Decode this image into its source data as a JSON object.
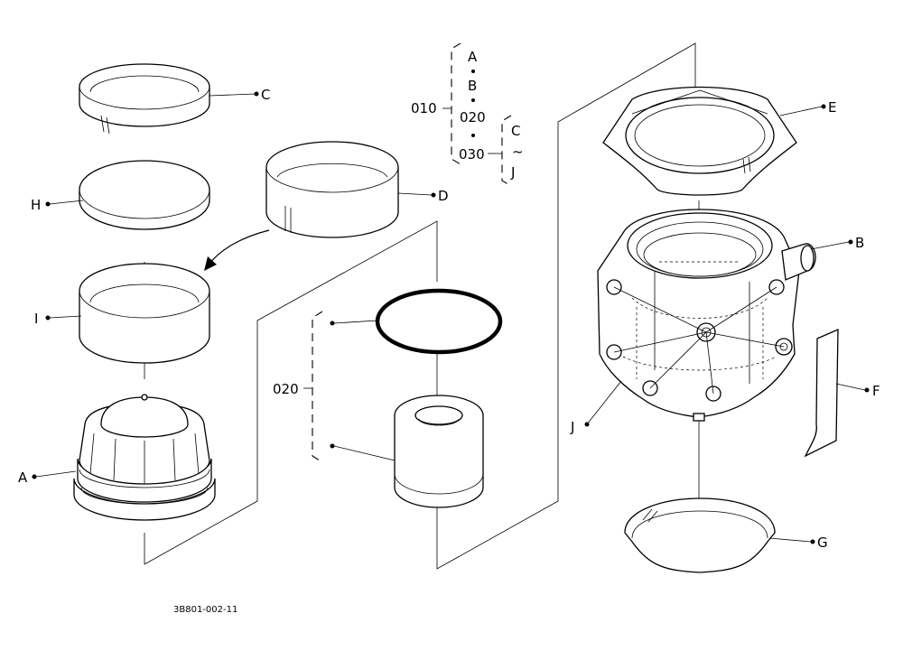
{
  "diagram": {
    "drawing_number": "3B801-002-11",
    "callouts": {
      "A": "A",
      "B": "B",
      "C": "C",
      "D": "D",
      "E": "E",
      "F": "F",
      "G": "G",
      "H": "H",
      "I": "I",
      "J": "J"
    },
    "legend": {
      "ref_010": "010",
      "ref_020": "020",
      "ref_030": "030",
      "item_a": "A",
      "item_b": "B",
      "item_c": "C",
      "item_j": "J",
      "tilde": "~",
      "dot": "·"
    },
    "filter_group": {
      "ref_020": "020"
    }
  }
}
